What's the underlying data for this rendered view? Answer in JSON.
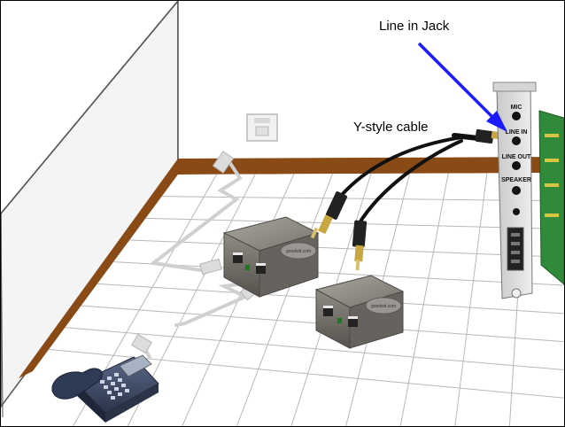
{
  "labels": {
    "line_in_jack": "Line in Jack",
    "y_style_cable": "Y-style cable"
  },
  "sound_card": {
    "ports": [
      "MIC",
      "LINE IN",
      "LINE OUT",
      "SPEAKER"
    ]
  },
  "splitter_badge": "goodwit.com",
  "colors": {
    "arrow": "#1a1aff",
    "baseboard": "#8a4a16",
    "wall_edge": "#555555",
    "splitter_body": "#6e6b66"
  },
  "icons": [
    "telephone-icon",
    "wall-phone-jack-icon",
    "rj11-connector-icon",
    "audio-plug-icon"
  ]
}
